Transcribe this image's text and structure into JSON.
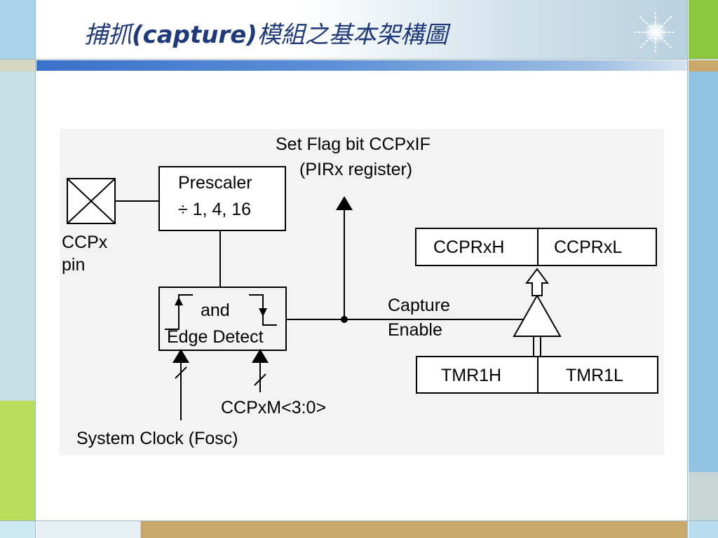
{
  "slide": {
    "title_pre": "捕抓",
    "title_paren": "(capture)",
    "title_post": "模組之基本架構圖"
  },
  "diagram": {
    "flag_line1": "Set Flag bit CCPxIF",
    "flag_line2": "(PIRx register)",
    "ccp_pin_line1": "CCPx",
    "ccp_pin_line2": "pin",
    "prescaler_line1": "Prescaler",
    "prescaler_line2": "÷ 1, 4, 16",
    "edge_line1": "and",
    "edge_line2": "Edge Detect",
    "capture_line1": "Capture",
    "capture_line2": "Enable",
    "ccpr_high": "CCPRxH",
    "ccpr_low": "CCPRxL",
    "tmr_high": "TMR1H",
    "tmr_low": "TMR1L",
    "mode_bits": "CCPxM<3:0>",
    "clock_source": "System Clock (Fosc)"
  }
}
